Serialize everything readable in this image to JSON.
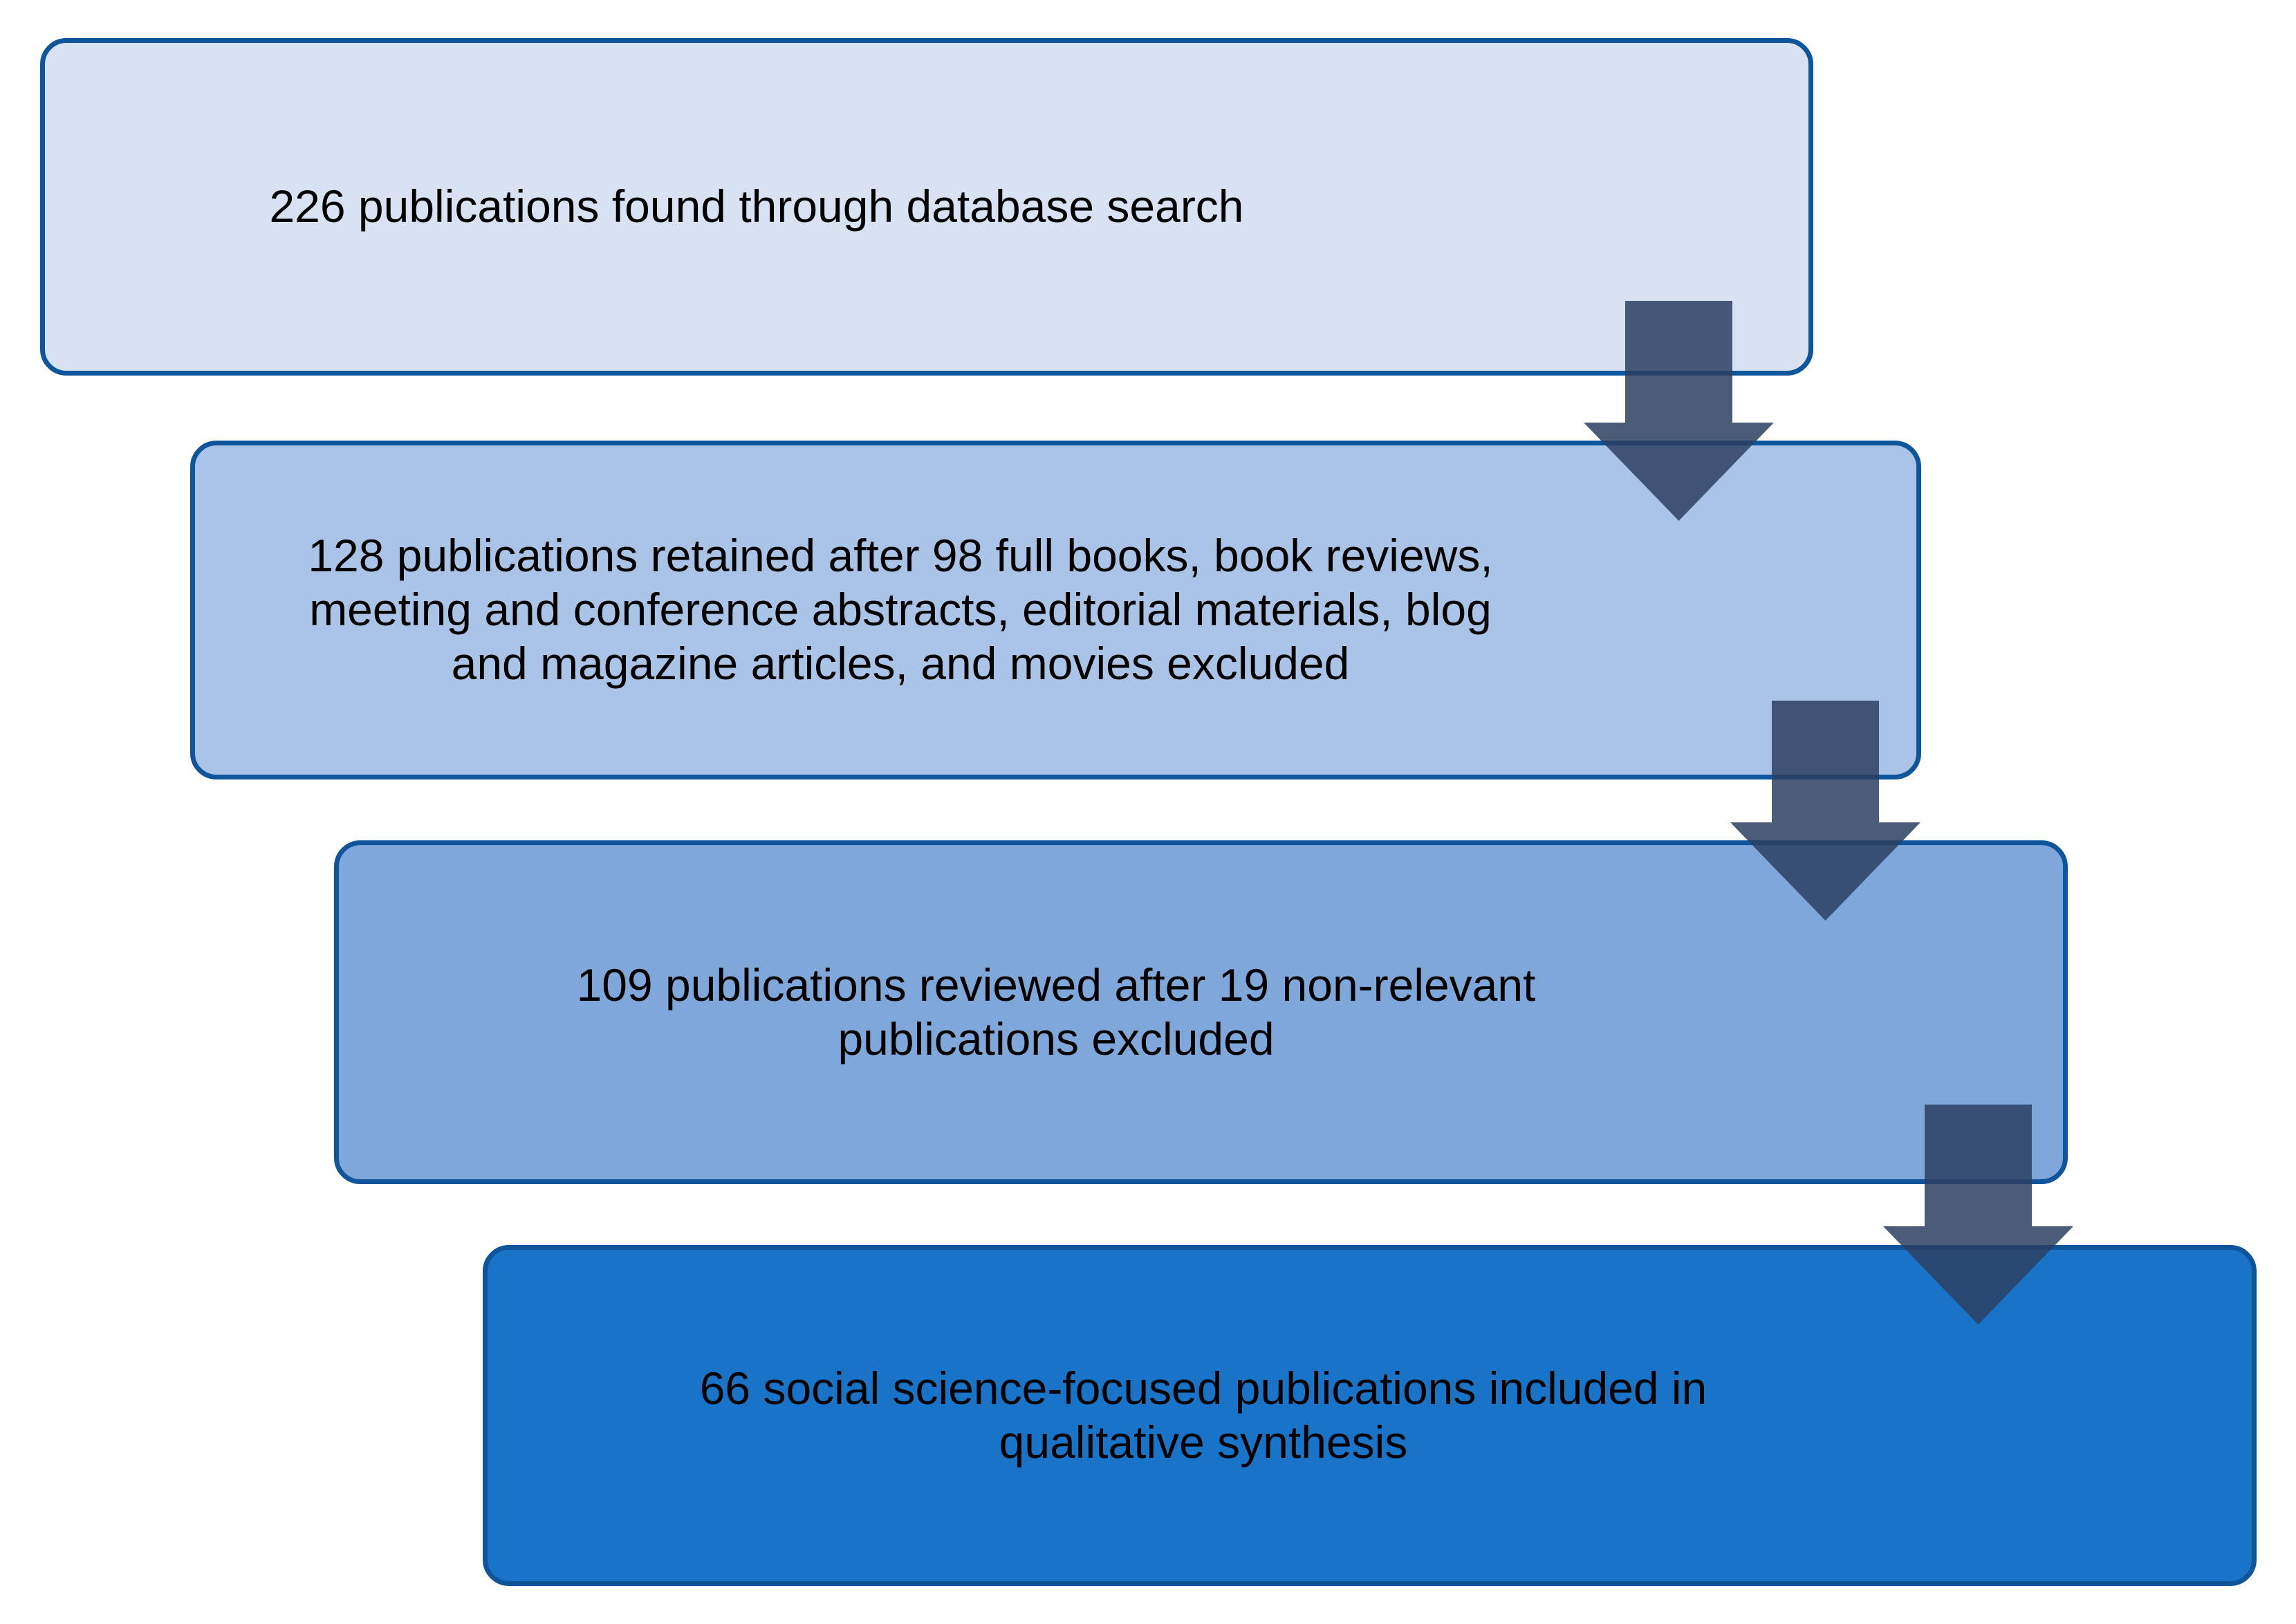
{
  "diagram": {
    "type": "flowchart",
    "background_color": "#ffffff",
    "box_border_color": "#0F559C",
    "arrow_color": "rgba(44,64,98,0.85)",
    "text_color": "#000000",
    "boxes": [
      {
        "id": "stage-1",
        "fill": "#D9E2F2",
        "text": "226 publications found through database search"
      },
      {
        "id": "stage-2",
        "fill": "#AAC4E8",
        "text": "128 publications retained after 98 full books, book reviews,\nmeeting and conference abstracts, editorial materials, blog\nand magazine articles, and movies excluded"
      },
      {
        "id": "stage-3",
        "fill": "#7FA7D9",
        "text": "109 publications reviewed after 19 non-relevant\npublications excluded"
      },
      {
        "id": "stage-4",
        "fill": "#1974C8",
        "text": "66 social science-focused publications included in\nqualitative synthesis"
      }
    ]
  }
}
